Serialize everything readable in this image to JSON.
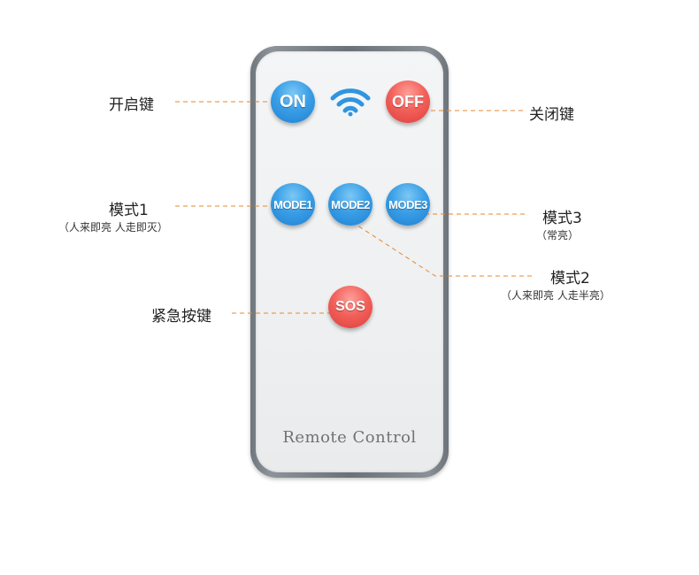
{
  "remote": {
    "brand_text": "Remote Control",
    "buttons": {
      "on": "ON",
      "off": "OFF",
      "mode1": "MODE1",
      "mode2": "MODE2",
      "mode3": "MODE3",
      "sos": "SOS"
    },
    "colors": {
      "blue_button": "#2f95e0",
      "red_button": "#ef5450",
      "shell": "#747b82",
      "leader_line": "#e8872e"
    },
    "signal_icon": "wifi-icon"
  },
  "callouts": {
    "on_key": {
      "title": "开启键"
    },
    "off_key": {
      "title": "关闭键"
    },
    "mode1": {
      "title": "模式1",
      "note": "（人来即亮 人走即灭）"
    },
    "mode2": {
      "title": "模式2",
      "note": "（人来即亮 人走半亮）"
    },
    "mode3": {
      "title": "模式3",
      "note": "（常亮）"
    },
    "sos_key": {
      "title": "紧急按键"
    }
  }
}
